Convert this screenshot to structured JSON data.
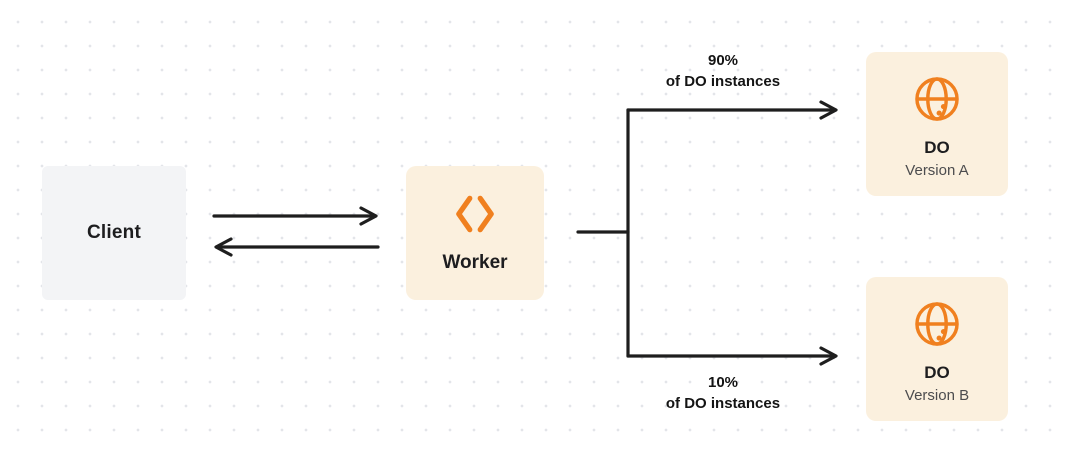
{
  "diagram": {
    "title_hidden": "",
    "client": {
      "label": "Client"
    },
    "worker": {
      "label": "Worker"
    },
    "branches": {
      "top": {
        "percent": "90%",
        "caption": "of DO instances"
      },
      "bottom": {
        "percent": "10%",
        "caption": "of DO instances"
      }
    },
    "do_a": {
      "title": "DO",
      "subtitle": "Version A"
    },
    "do_b": {
      "title": "DO",
      "subtitle": "Version B"
    }
  },
  "icons": {
    "worker_icon": "workers-chevrons-icon",
    "do_icon": "globe-icon"
  },
  "colors": {
    "orange": "#f0801f",
    "cream_box": "#fbf0de",
    "gray_box": "#f3f4f6",
    "arrow": "#1e1e1e",
    "dot_grid": "#e3e5e9"
  }
}
